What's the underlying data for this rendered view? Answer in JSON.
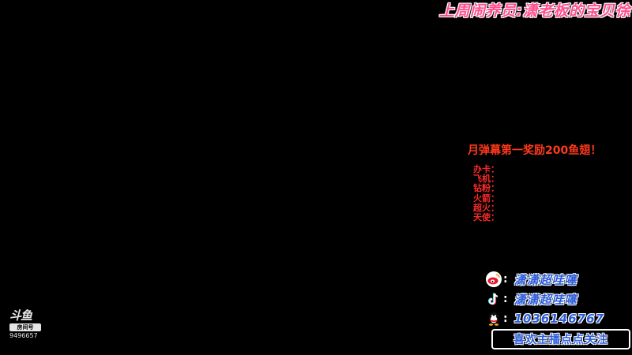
{
  "banner": {
    "text": "上周闹养员:潇老板的宝贝徐"
  },
  "reward": {
    "text": "月弹幕第一奖励200鱼翅！"
  },
  "gifts": [
    {
      "label": "办卡",
      "sep": "："
    },
    {
      "label": "飞机",
      "sep": "："
    },
    {
      "label": "钻粉",
      "sep": "："
    },
    {
      "label": "火箭",
      "sep": "："
    },
    {
      "label": "超火",
      "sep": "："
    },
    {
      "label": "天使",
      "sep": "："
    }
  ],
  "socials": [
    {
      "icon": "weibo-icon",
      "sep": ":",
      "text": "潇潇超哇噻"
    },
    {
      "icon": "douyin-icon",
      "sep": ":",
      "text": "潇潇超哇噻"
    },
    {
      "icon": "qq-icon",
      "sep": ":",
      "text": "1036146767"
    }
  ],
  "follow": {
    "text": "喜欢主播点点关注"
  },
  "logo": {
    "mark": "斗鱼",
    "room_label": "房间号",
    "room_id": "9496657"
  },
  "colors": {
    "banner": "#ff4f8f",
    "reward": "#ff3a1a",
    "gift": "#ff2a2a",
    "social_text": "#2a5bd8"
  }
}
